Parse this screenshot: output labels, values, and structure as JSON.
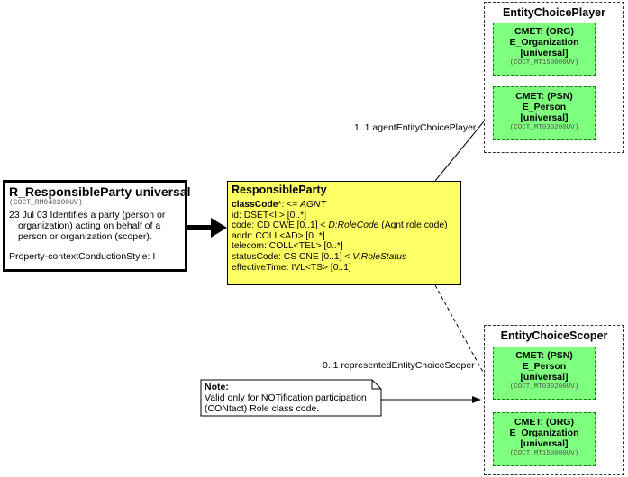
{
  "entry_point": {
    "title": "R_ResponsibleParty universal",
    "code": "(COCT_RM040200UV)",
    "description_line1": "23 Jul 03 Identifies a party (person or",
    "description_line2": "organization) acting on behalf of a",
    "description_line3": "person or organization (scoper).",
    "style": "Property-contextConductionStyle: I"
  },
  "class": {
    "name": "ResponsibleParty",
    "classcode_label": "classCode",
    "classcode_suffix": "*: <= ",
    "classcode_value": "AGNT",
    "attr_id": "id: DSET<II> [0..*]",
    "attr_code_a": "code: CD CWE [0..1] < ",
    "attr_code_b": "D:RoleCode",
    "attr_code_c": " (Agnt role code)",
    "attr_addr": "addr: COLL<AD> [0..*]",
    "attr_telecom": "telecom: COLL<TEL> [0..*]",
    "attr_status_a": "statusCode: CS CNE [0..1] < ",
    "attr_status_b": "V:RoleStatus",
    "attr_effective": "effectiveTime: IVL<TS> [0..1]"
  },
  "player": {
    "title": "EntityChoicePlayer",
    "cmets": [
      {
        "line1": "CMET: (ORG)",
        "line2": "E_Organization",
        "line3": "[universal]",
        "code": "(COCT_MT150000UV)"
      },
      {
        "line1": "CMET: (PSN)",
        "line2": "E_Person",
        "line3": "[universal]",
        "code": "(COCT_MT030200UV)"
      }
    ],
    "association": "1..1 agentEntityChoicePlayer"
  },
  "scoper": {
    "title": "EntityChoiceScoper",
    "cmets": [
      {
        "line1": "CMET: (PSN)",
        "line2": "E_Person",
        "line3": "[universal]",
        "code": "(COCT_MT030200UV)"
      },
      {
        "line1": "CMET: (ORG)",
        "line2": "E_Organization",
        "line3": "[universal]",
        "code": "(COCT_MT150000UV)"
      }
    ],
    "association": "0..1 representedEntityChoiceScoper"
  },
  "note": {
    "heading": "Note:",
    "line1": "Valid only for NOTification  participation",
    "line2": "(CONtact) Role class code."
  },
  "colors": {
    "class_fill": "#ffff66",
    "cmet_fill": "#7eff7e"
  }
}
